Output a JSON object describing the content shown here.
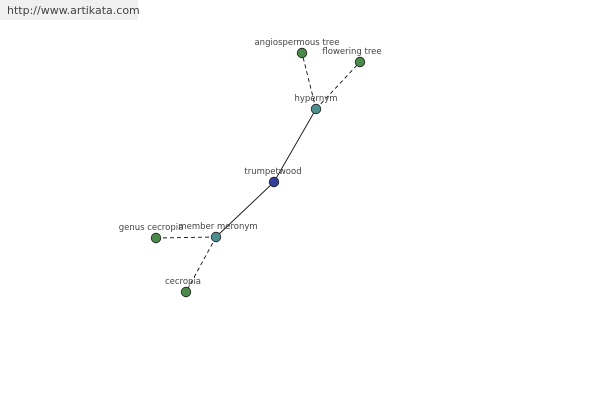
{
  "header": {
    "url_text": "http://www.artikata.com"
  },
  "graph": {
    "colors": {
      "center": "#333f99",
      "relation": "#4d8f8f",
      "leaf": "#4a8a4a",
      "stroke": "#222222",
      "edge": "#111111"
    },
    "nodes": [
      {
        "id": "trumpetwood",
        "label": "trumpetwood",
        "kind": "center"
      },
      {
        "id": "hypernym",
        "label": "hypernym",
        "kind": "relation"
      },
      {
        "id": "member-meronym",
        "label": "member meronym",
        "kind": "relation"
      },
      {
        "id": "angiospermous-tree",
        "label": "angiospermous tree",
        "kind": "leaf"
      },
      {
        "id": "flowering-tree",
        "label": "flowering tree",
        "kind": "leaf"
      },
      {
        "id": "genus-cecropia",
        "label": "genus cecropia",
        "kind": "leaf"
      },
      {
        "id": "cecropia",
        "label": "cecropia",
        "kind": "leaf"
      }
    ],
    "edges": [
      {
        "from": "trumpetwood",
        "to": "hypernym",
        "style": "solid"
      },
      {
        "from": "trumpetwood",
        "to": "member-meronym",
        "style": "solid"
      },
      {
        "from": "hypernym",
        "to": "angiospermous-tree",
        "style": "dashed"
      },
      {
        "from": "hypernym",
        "to": "flowering-tree",
        "style": "dashed"
      },
      {
        "from": "member-meronym",
        "to": "genus-cecropia",
        "style": "dashed"
      },
      {
        "from": "member-meronym",
        "to": "cecropia",
        "style": "dashed"
      }
    ]
  }
}
